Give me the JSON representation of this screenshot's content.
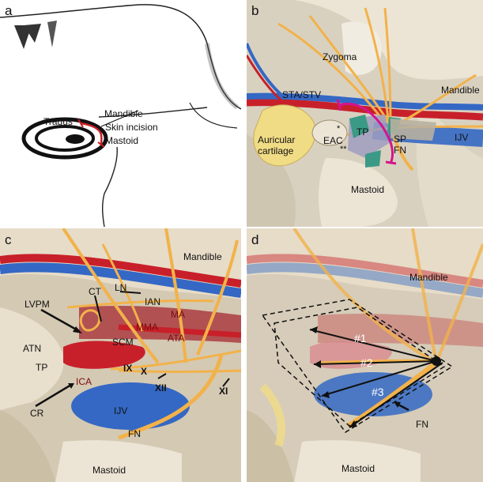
{
  "panels": {
    "a": {
      "letter": "a",
      "labels": {
        "tragus": "Tragus",
        "mandible": "Mandible",
        "skin_incision": "Skin incision",
        "mastoid": "Mastoid"
      }
    },
    "b": {
      "letter": "b",
      "labels": {
        "zygoma": "Zygoma",
        "mandible": "Mandible",
        "sta_stv": "STA/STV",
        "auricular_cartilage": "Auricular\ncartilage",
        "eac": "EAC",
        "star1": "*",
        "star2": "**",
        "tp": "TP",
        "sp": "SP",
        "fn": "FN",
        "ijv": "IJV",
        "mastoid": "Mastoid"
      }
    },
    "c": {
      "letter": "c",
      "labels": {
        "mandible": "Mandible",
        "ct": "CT",
        "ln": "LN",
        "ian": "IAN",
        "ma": "MA",
        "lvpm": "LVPM",
        "mma": "MMA",
        "scm": "SCM",
        "ata": "ATA",
        "atn": "ATN",
        "tp": "TP",
        "ica": "ICA",
        "ix": "IX",
        "x": "X",
        "xii": "XII",
        "xi": "XI",
        "cr": "CR",
        "ijv": "IJV",
        "fn": "FN",
        "mastoid": "Mastoid"
      }
    },
    "d": {
      "letter": "d",
      "labels": {
        "mandible": "Mandible",
        "n1": "#1",
        "n2": "#2",
        "n3": "#3",
        "fn": "FN",
        "mastoid": "Mastoid"
      }
    }
  },
  "colors": {
    "nerve": "#f2b24a",
    "artery": "#c8202a",
    "vein": "#3468c4",
    "magenta": "#d4148c",
    "teal": "#3a9a86",
    "cartilage": "#f1dc86",
    "bone": "#ece5d6"
  }
}
